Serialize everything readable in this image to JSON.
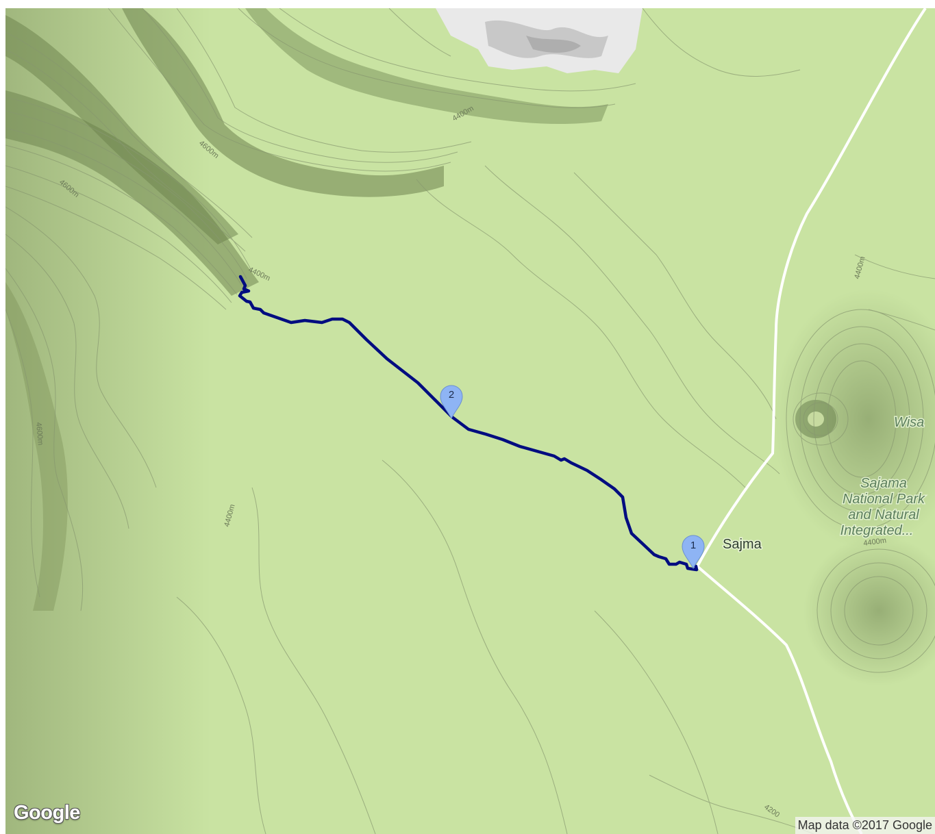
{
  "map": {
    "logo": "Google",
    "attribution": "Map data ©2017 Google",
    "colors": {
      "terrain": "#c9e3a2",
      "route": "#000c80",
      "marker": "#8eb4f4",
      "road": "#ffffff",
      "contour": "#87976f"
    },
    "places": {
      "town": "Sajma",
      "park_lines": [
        "Sajama",
        "National Park",
        "and Natural",
        "Integrated..."
      ],
      "partial": "Wisa"
    },
    "contour_labels": [
      "4400m",
      "4600m",
      "4600m",
      "4400m",
      "4400m",
      "4600m",
      "4400m",
      "4400m",
      "4200"
    ],
    "markers": [
      {
        "label": "1",
        "icon": "map-pin-icon"
      },
      {
        "label": "2",
        "icon": "map-pin-icon"
      }
    ]
  }
}
